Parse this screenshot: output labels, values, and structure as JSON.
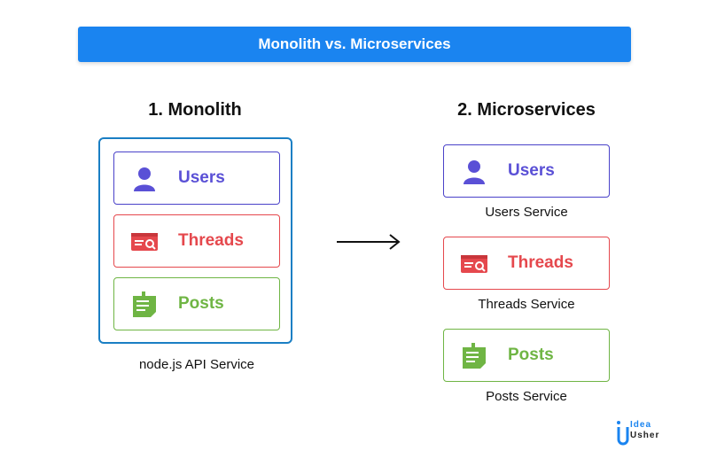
{
  "banner": {
    "title": "Monolith vs. Microservices"
  },
  "monolith": {
    "title": "1. Monolith",
    "cards": [
      {
        "label": "Users",
        "icon": "user-icon"
      },
      {
        "label": "Threads",
        "icon": "threads-icon"
      },
      {
        "label": "Posts",
        "icon": "posts-icon"
      }
    ],
    "caption": "node.js API Service"
  },
  "microservices": {
    "title": "2. Microservices",
    "services": [
      {
        "label": "Users",
        "icon": "user-icon",
        "caption": "Users Service"
      },
      {
        "label": "Threads",
        "icon": "threads-icon",
        "caption": "Threads Service"
      },
      {
        "label": "Posts",
        "icon": "posts-icon",
        "caption": "Posts Service"
      }
    ]
  },
  "logo": {
    "line1": "Idea",
    "line2": "Usher"
  },
  "colors": {
    "accent": "#1a84f0",
    "users": "#5a50d6",
    "threads": "#e5484d",
    "posts": "#6fb544",
    "frame": "#1a7fc4"
  }
}
